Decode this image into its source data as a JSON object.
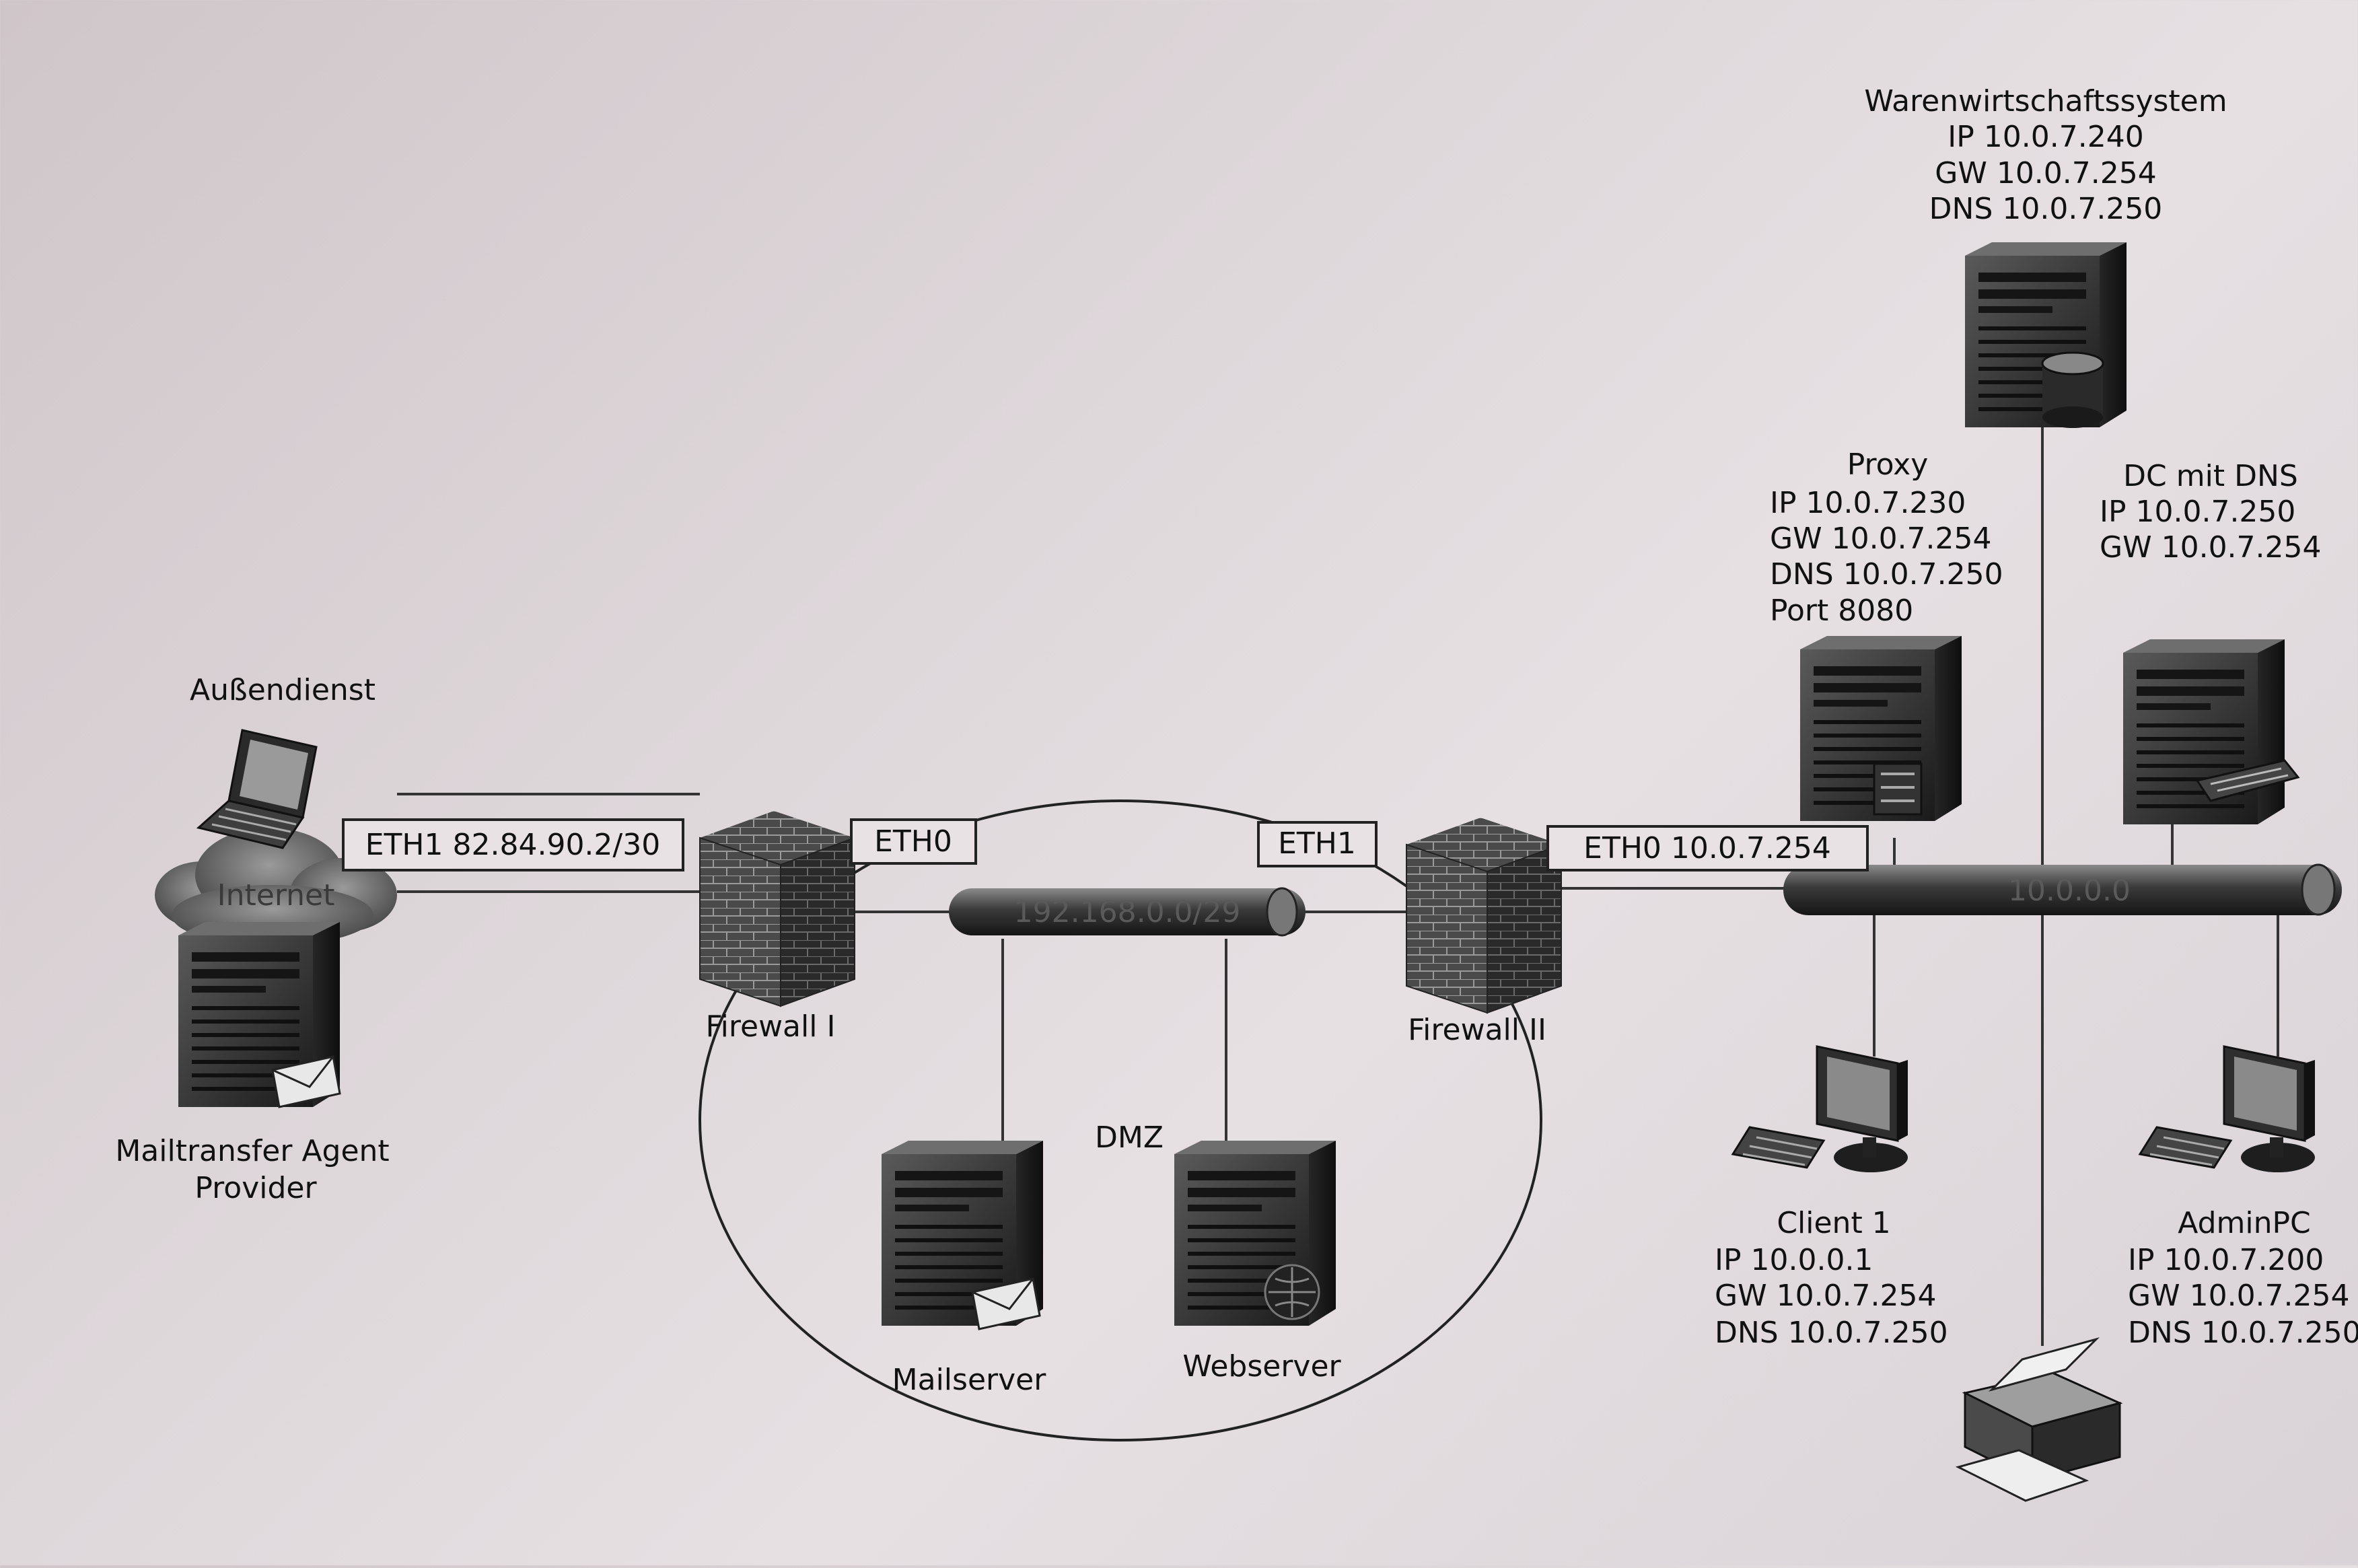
{
  "nodes": {
    "aussendienst": {
      "name": "Außendienst"
    },
    "internet": {
      "name": "Internet"
    },
    "mta": {
      "name_line1": "Mailtransfer Agent",
      "name_line2": "Provider"
    },
    "firewall1": {
      "name": "Firewall I"
    },
    "firewall2": {
      "name": "Firewall II"
    },
    "dmz": {
      "name": "DMZ",
      "net": "192.168.0.0/29"
    },
    "mailserver": {
      "name": "Mailserver"
    },
    "webserver": {
      "name": "Webserver"
    },
    "lan": {
      "net": "10.0.0.0"
    },
    "wws": {
      "name": "Warenwirtschaftssystem",
      "ip": "IP 10.0.7.240",
      "gw": "GW 10.0.7.254",
      "dns": "DNS 10.0.7.250"
    },
    "proxy": {
      "name": "Proxy",
      "ip": "IP 10.0.7.230",
      "gw": "GW 10.0.7.254",
      "dns": "DNS 10.0.7.250",
      "port": "Port 8080"
    },
    "dc": {
      "name": "DC mit DNS",
      "ip": "IP 10.0.7.250",
      "gw": "GW 10.0.7.254"
    },
    "client1": {
      "name": "Client 1",
      "ip": "IP 10.0.0.1",
      "gw": "GW 10.0.7.254",
      "dns": "DNS 10.0.7.250"
    },
    "adminpc": {
      "name": "AdminPC",
      "ip": "IP 10.0.7.200",
      "gw": "GW 10.0.7.254",
      "dns": "DNS 10.0.7.250"
    }
  },
  "interfaces": {
    "eth1_ext": "ETH1 82.84.90.2/30",
    "eth0_dmz": "ETH0",
    "eth1_dmz": "ETH1",
    "eth0_lan": "ETH0 10.0.7.254"
  },
  "colors": {
    "device": "#2a2a2a",
    "device_light": "#7a7a7a",
    "line": "#333333",
    "pipe": "#3a3a3a"
  }
}
